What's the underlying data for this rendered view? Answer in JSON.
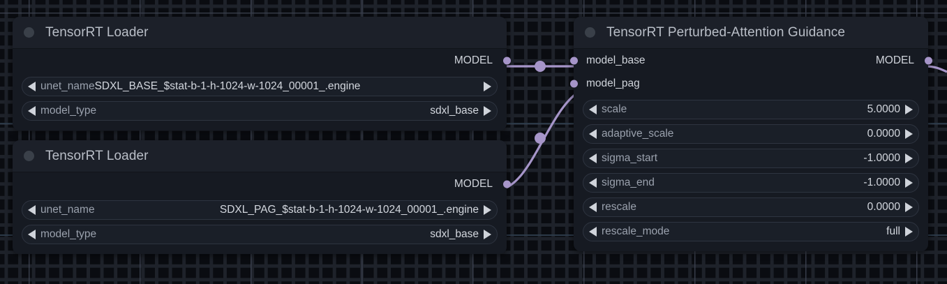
{
  "canvas": {
    "background_color": "#0a0c11",
    "grid_color": "#22262f",
    "grid_major_color": "#3c4250",
    "link_color": "#a695c9"
  },
  "nodes": [
    {
      "id": "tensorrt-loader-1",
      "title": "TensorRT Loader",
      "collapse_dot_color": "#3a4049",
      "outputs": [
        {
          "name": "MODEL",
          "dot_color": "#a695c9"
        }
      ],
      "widgets": [
        {
          "name": "unet_name",
          "label": "unet_name",
          "value": "SDXL_BASE_$stat-b-1-h-1024-w-1024_00001_.engine",
          "tight": true
        },
        {
          "name": "model_type",
          "label": "model_type",
          "value": "sdxl_base",
          "tight": false
        }
      ]
    },
    {
      "id": "tensorrt-loader-2",
      "title": "TensorRT Loader",
      "collapse_dot_color": "#3a4049",
      "outputs": [
        {
          "name": "MODEL",
          "dot_color": "#a695c9"
        }
      ],
      "widgets": [
        {
          "name": "unet_name",
          "label": "unet_name",
          "value": "SDXL_PAG_$stat-b-1-h-1024-w-1024_00001_.engine",
          "tight": false
        },
        {
          "name": "model_type",
          "label": "model_type",
          "value": "sdxl_base",
          "tight": false
        }
      ]
    },
    {
      "id": "tensorrt-perturbed-attention-guidance",
      "title": "TensorRT Perturbed-Attention Guidance",
      "collapse_dot_color": "#3a4049",
      "inputs": [
        {
          "name": "model_base",
          "dot_color": "#a695c9"
        },
        {
          "name": "model_pag",
          "dot_color": "#a695c9"
        }
      ],
      "outputs": [
        {
          "name": "MODEL",
          "dot_color": "#a695c9"
        }
      ],
      "widgets": [
        {
          "name": "scale",
          "label": "scale",
          "value": "5.0000"
        },
        {
          "name": "adaptive_scale",
          "label": "adaptive_scale",
          "value": "0.0000"
        },
        {
          "name": "sigma_start",
          "label": "sigma_start",
          "value": "-1.0000"
        },
        {
          "name": "sigma_end",
          "label": "sigma_end",
          "value": "-1.0000"
        },
        {
          "name": "rescale",
          "label": "rescale",
          "value": "0.0000"
        },
        {
          "name": "rescale_mode",
          "label": "rescale_mode",
          "value": "full"
        }
      ]
    }
  ],
  "links": [
    {
      "name": "loader1-model-to-model_base",
      "from": "tensorrt-loader-1.MODEL",
      "to": "tensorrt-perturbed-attention-guidance.model_base",
      "color": "#a695c9"
    },
    {
      "name": "loader2-model-to-model_pag",
      "from": "tensorrt-loader-2.MODEL",
      "to": "tensorrt-perturbed-attention-guidance.model_pag",
      "color": "#a695c9"
    },
    {
      "name": "pag-model-out",
      "from": "tensorrt-perturbed-attention-guidance.MODEL",
      "to": "",
      "color": "#a695c9"
    }
  ]
}
